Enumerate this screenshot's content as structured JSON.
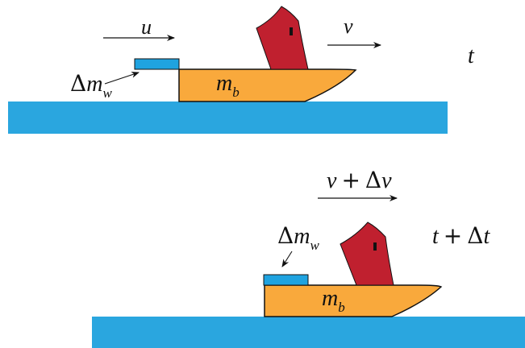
{
  "colors": {
    "water": "#2aa6df",
    "hull": "#f9a93c",
    "sail": "#c0202f",
    "ink": "#111111",
    "water_chunk": "#1fa3e0"
  },
  "top_scene": {
    "time_label": "t",
    "water_velocity": {
      "base": "u"
    },
    "boat_velocity": {
      "base": "v"
    },
    "water_mass": {
      "delta": "Δ",
      "base": "m",
      "sub": "w"
    },
    "boat_mass": {
      "base": "m",
      "sub": "b"
    }
  },
  "bottom_scene": {
    "time_label": {
      "base": "t",
      "op": "+",
      "delta": "Δ",
      "var": "t"
    },
    "boat_velocity": {
      "base": "v",
      "op": "+",
      "delta": "Δ",
      "var": "v"
    },
    "water_mass": {
      "delta": "Δ",
      "base": "m",
      "sub": "w"
    },
    "boat_mass": {
      "base": "m",
      "sub": "b"
    }
  }
}
